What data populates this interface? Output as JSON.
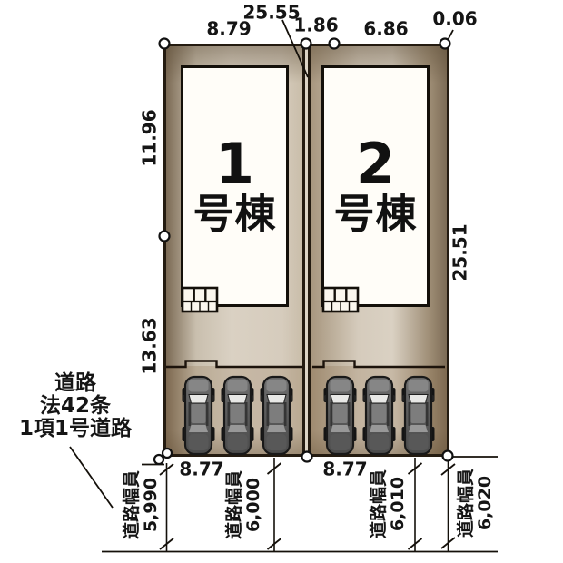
{
  "dims": {
    "top_total": "25.55",
    "top_1": "8.79",
    "top_2": "1.86",
    "top_3": "6.86",
    "top_4": "0.06",
    "left_upper": "11.96",
    "left_lower": "13.63",
    "right_side": "25.51",
    "bottom_lot1": "8.77",
    "bottom_lot2": "8.77"
  },
  "buildings": [
    {
      "number": "1",
      "suffix": "号棟"
    },
    {
      "number": "2",
      "suffix": "号棟"
    }
  ],
  "road_note": {
    "line1": "道路",
    "line2": "法42条",
    "line3": "1項1号道路"
  },
  "road_widths": [
    {
      "label": "道路幅員",
      "value": "5,990"
    },
    {
      "label": "道路幅員",
      "value": "6,000"
    },
    {
      "label": "道路幅員",
      "value": "6,010"
    },
    {
      "label": "道路幅員",
      "value": "6,020"
    }
  ],
  "colors": {
    "lot_fill_light": "#dad1c3",
    "lot_fill_dark": "#7c6b55",
    "parking_overlay": "#bfae95",
    "line_color": "#1c130b",
    "car_body": "#5f5f5f",
    "building_fill": "#fffdf8"
  }
}
